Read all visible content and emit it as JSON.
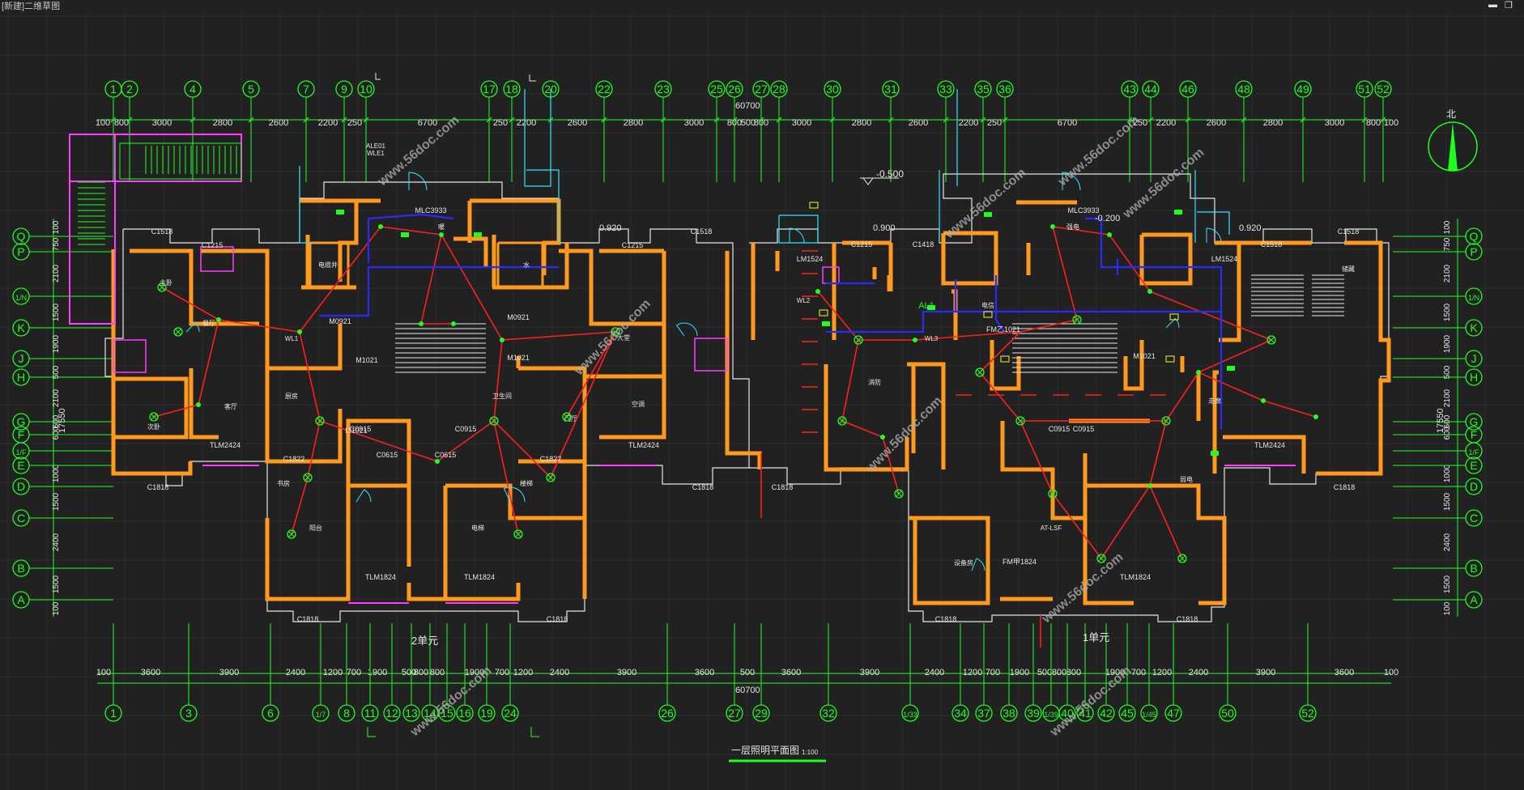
{
  "window": {
    "title": "[新建]二维草图"
  },
  "drawing": {
    "title": "一层照明平面图",
    "scale": "1:100",
    "units": {
      "left": "2单元",
      "right": "1单元"
    },
    "level_ground": "-0.500",
    "level_stair": "-0.200",
    "level_0920": "0.920",
    "level_0900": "0.900",
    "north_label": "北",
    "total_dim": "60700",
    "top_axes": [
      "1",
      "2",
      "4",
      "5",
      "7",
      "9",
      "10",
      "17",
      "18",
      "20",
      "22",
      "23",
      "25",
      "26",
      "27",
      "28",
      "30",
      "31",
      "33",
      "35",
      "36",
      "43",
      "44",
      "46",
      "48",
      "49",
      "51",
      "52"
    ],
    "bottom_axes": [
      "1",
      "3",
      "6",
      "1/7",
      "8",
      "11",
      "12",
      "13",
      "14",
      "15",
      "16",
      "19",
      "24",
      "26",
      "27",
      "29",
      "32",
      "1/33",
      "34",
      "37",
      "38",
      "39",
      "1/39",
      "40",
      "41",
      "42",
      "45",
      "1/45",
      "47",
      "50",
      "52"
    ],
    "row_axes": [
      "Q",
      "P",
      "1/N",
      "K",
      "J",
      "H",
      "G",
      "F",
      "1/F",
      "E",
      "D",
      "C",
      "B",
      "A"
    ],
    "top_dims": [
      "100",
      "800",
      "3000",
      "2800",
      "2600",
      "2200",
      "250",
      "6700",
      "250",
      "2200",
      "2600",
      "2800",
      "3000",
      "800",
      "500",
      "800",
      "3000",
      "2800",
      "2600",
      "2200",
      "250",
      "6700",
      "250",
      "2200",
      "2600",
      "2800",
      "3000",
      "800",
      "100"
    ],
    "bottom_dims": [
      "100",
      "3600",
      "3900",
      "2400",
      "1200",
      "700",
      "1900",
      "500",
      "800",
      "800",
      "1900",
      "700",
      "1200",
      "2400",
      "3900",
      "3600",
      "500",
      "3600",
      "3900",
      "2400",
      "1200",
      "700",
      "1900",
      "500",
      "800",
      "800",
      "1900",
      "700",
      "1200",
      "2400",
      "3900",
      "3600",
      "100"
    ],
    "side_dims": [
      "100",
      "750",
      "2100",
      "1500",
      "1900",
      "500",
      "2100",
      "600",
      "600",
      "1000",
      "1500",
      "2400",
      "1500",
      "100"
    ],
    "side_total": "17550",
    "windows": [
      "C1518",
      "C1215",
      "C1215",
      "C1518",
      "C1518",
      "C1215",
      "C1418",
      "C1518",
      "C1818",
      "C1818",
      "C1818",
      "C1818",
      "C1818",
      "C1818",
      "C1818",
      "C1818",
      "C1822",
      "C1822",
      "C0915",
      "C0915",
      "C0915",
      "C0915",
      "C0615",
      "C0615"
    ],
    "doors": [
      "MLC3933",
      "MLC3933",
      "TLM2424",
      "TLM2424",
      "TLM2424",
      "TLM1824",
      "TLM1824",
      "TLM1824",
      "LM1524",
      "LM1524",
      "M1021",
      "M1021",
      "M1021",
      "M1021",
      "FM乙1021",
      "FM甲1824",
      "M0921",
      "M0921"
    ],
    "panels": [
      "ALE01",
      "WLE1",
      "AL1",
      "WL1",
      "WL2",
      "WL3",
      "AT-LSF"
    ],
    "room_labels": [
      "主卧",
      "次卧",
      "客厅",
      "厨房",
      "卫生间",
      "餐厅",
      "书房",
      "阳台",
      "电梯",
      "楼梯",
      "门厅",
      "空调",
      "大堂",
      "电缆井",
      "水",
      "暖",
      "强电",
      "弱电",
      "消防",
      "电信",
      "走廊",
      "储藏",
      "设备房"
    ],
    "watermark": "www.56doc.com"
  },
  "colors": {
    "background": "#212121",
    "wall": "#ff9a1e",
    "axis": "#1eff1e",
    "wire_red": "#ff1e1e",
    "wire_blue": "#2a2aff",
    "outline_white": "#e6e6e6",
    "fixture_cyan": "#2ee6ff",
    "magenta": "#ff3cff",
    "yellow": "#f5f53c",
    "watermark": "#b0b0b0"
  }
}
